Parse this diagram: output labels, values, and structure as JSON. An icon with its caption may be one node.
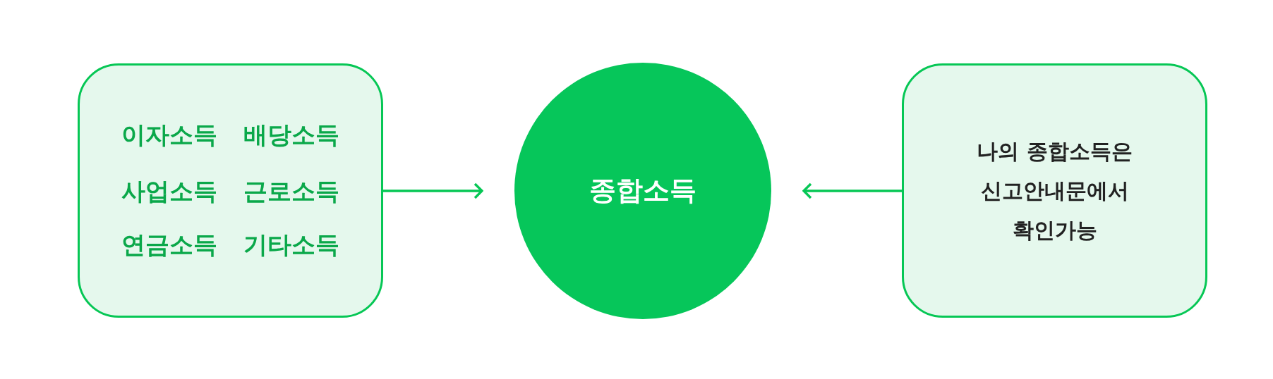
{
  "diagram": {
    "nodes": [
      {
        "text": [
          "이자소득",
          "배당소득",
          "사업소득",
          "근로소득",
          "연금소득",
          "기타소득"
        ]
      },
      {
        "text": [
          "종합소득"
        ]
      },
      {
        "text": [
          "나의 종합소득은 신고안내문에서 확인가능"
        ]
      }
    ],
    "edges": [
      {
        "from": 0,
        "to": 1,
        "arrow": "to"
      },
      {
        "from": 2,
        "to": 1,
        "arrow": "to"
      }
    ]
  }
}
